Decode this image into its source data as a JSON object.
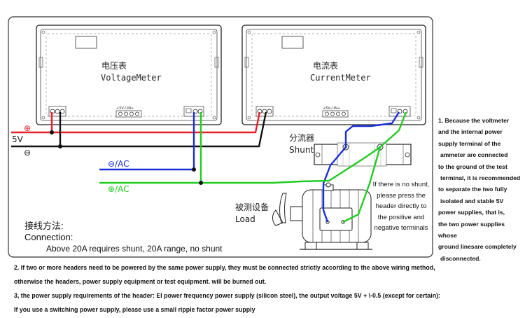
{
  "voltmeter": {
    "title_cn": "电压表",
    "title_en": "VoltageMeter",
    "power_terminal": "+5V-/-IN+"
  },
  "currentmeter": {
    "title_cn": "电流表",
    "title_en": "CurrentMeter",
    "power_terminal": "+5V-/-IN+"
  },
  "supply": {
    "plus_symbol": "⊕",
    "label": "5V",
    "minus_symbol": "⊖"
  },
  "ac": {
    "minus_label": "⊖/AC",
    "plus_label": "⊕/AC"
  },
  "shunt": {
    "label_cn": "分流器",
    "label_en": "Shunt"
  },
  "load": {
    "label_cn": "被测设备",
    "label_en": "Load"
  },
  "no_shunt_note": [
    "If there is no shunt,",
    "please press the",
    "header directly to",
    "the positive and",
    "negative terminals"
  ],
  "connection": {
    "title_cn": "接线方法:",
    "title_en": "Connection:",
    "text": "Above 20A requires shunt, 20A range, no shunt"
  },
  "side_note": [
    "1. Because the voltmeter",
    "and the internal power",
    "supply terminal of the",
    "ammeter are connected",
    "to the ground of the test",
    "terminal, it is recommended",
    "to separate the two fully",
    "isolated and stable 5V",
    "power supplies, that is,",
    "the two power supplies whose",
    "ground linesare completely",
    "disconnected."
  ],
  "bottom_notes": [
    "2. If two or more headers need to be powered by the same power supply, they must be connected strictly according to the above wiring method,",
    "otherwise the headers, power supply equipment or test equipment. will be burned out.",
    "3, the power supply requirements of the header: EI power frequency power supply (silicon steel), the output voltage 5V + \\-0.5 (except for certain):",
    "If you use a switching power supply, please use a small ripple factor power supply"
  ],
  "colors": {
    "red": "#e8202a",
    "black": "#111111",
    "blue": "#1a2fd6",
    "green": "#22cc22",
    "line": "#222222"
  }
}
